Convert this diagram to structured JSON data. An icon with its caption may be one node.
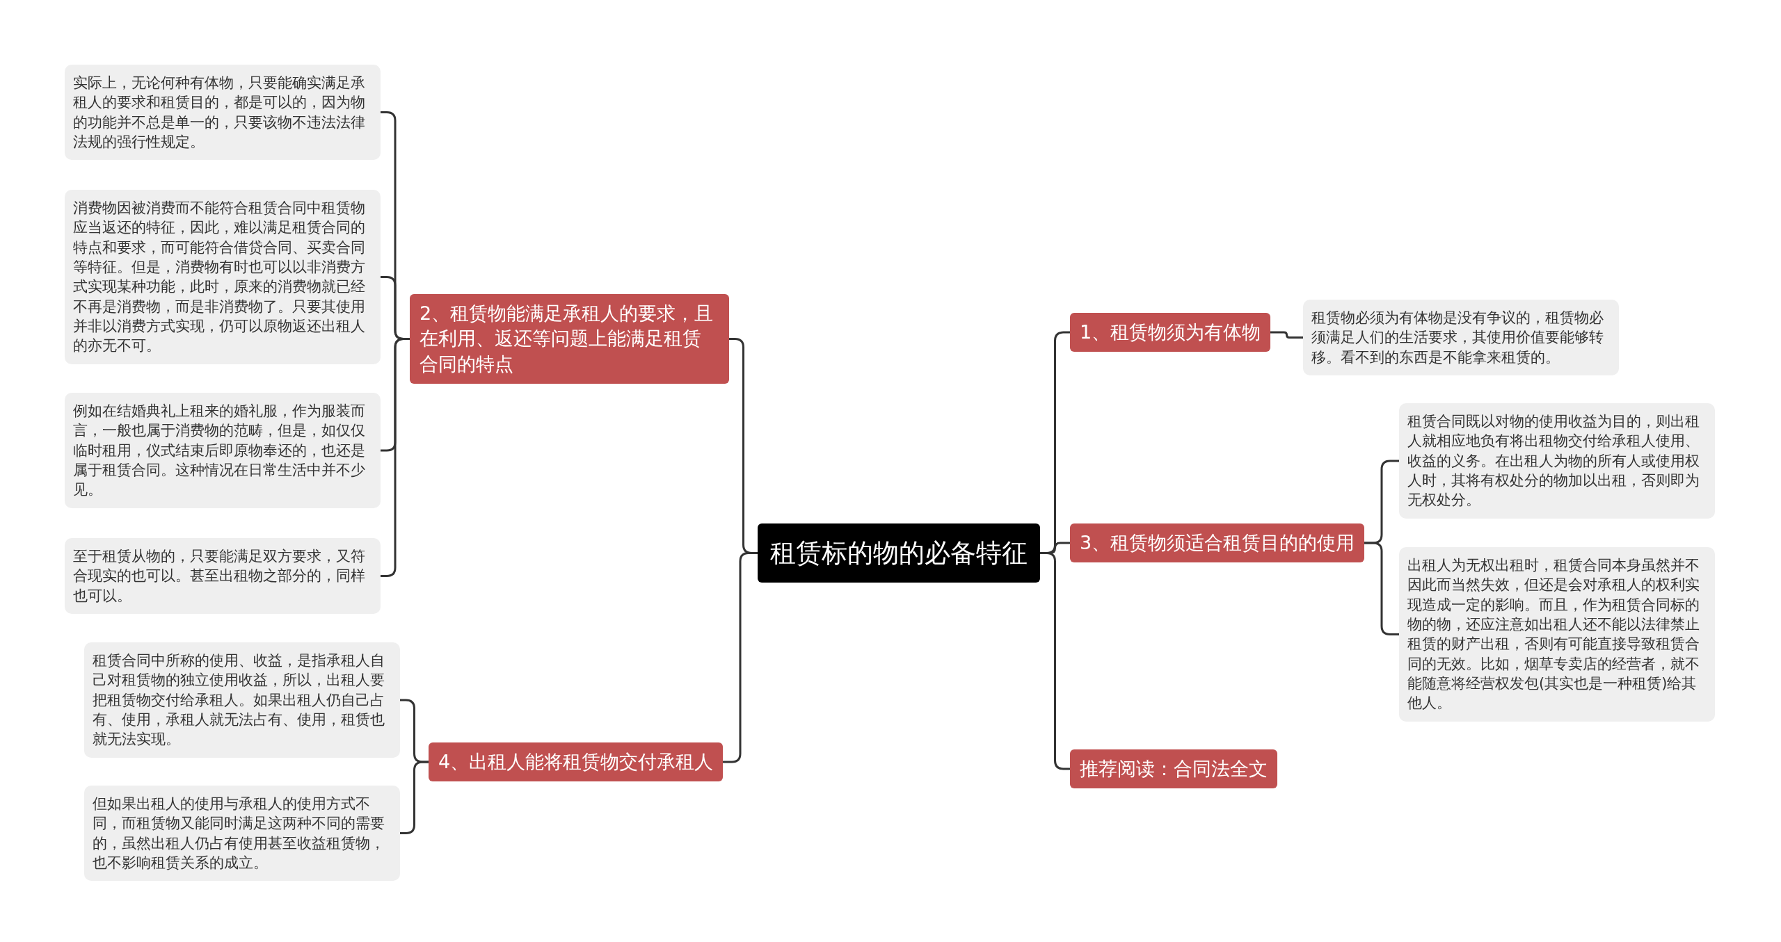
{
  "diagram": {
    "nodes": [
      {
        "text": [
          "租赁标的物的必备特征"
        ]
      },
      {
        "text": [
          "1、租赁物须为有体物"
        ]
      },
      {
        "text": [
          "租赁物必须为有体物是没有争议的，租赁物必须满足人们的生活要求，其使用价值要能够转移。看不到的东西是不能拿来租赁的。"
        ]
      },
      {
        "text": [
          "2、租赁物能满足承租人的要求，且在利用、返还等问题上能满足租赁合同的特点"
        ]
      },
      {
        "text": [
          "实际上，无论何种有体物，只要能确实满足承租人的要求和租赁目的，都是可以的，因为物的功能并不总是单一的，只要该物不违法法律法规的强行性规定。"
        ]
      },
      {
        "text": [
          "消费物因被消费而不能符合租赁合同中租赁物应当返还的特征，因此，难以满足租赁合同的特点和要求，而可能符合借贷合同、买卖合同等特征。但是，消费物有时也可以以非消费方式实现某种功能，此时，原来的消费物就已经不再是消费物，而是非消费物了。只要其使用并非以消费方式实现，仍可以原物返还出租人的亦无不可。"
        ]
      },
      {
        "text": [
          "例如在结婚典礼上租来的婚礼服，作为服装而言，一般也属于消费物的范畴，但是，如仅仅临时租用，仪式结束后即原物奉还的，也还是属于租赁合同。这种情况在日常生活中并不少见。"
        ]
      },
      {
        "text": [
          "至于租赁从物的，只要能满足双方要求，又符合现实的也可以。甚至出租物之部分的，同样也可以。"
        ]
      },
      {
        "text": [
          "3、租赁物须适合租赁目的的使用"
        ]
      },
      {
        "text": [
          "租赁合同既以对物的使用收益为目的，则出租人就相应地负有将出租物交付给承租人使用、收益的义务。在出租人为物的所有人或使用权人时，其将有权处分的物加以出租，否则即为无权处分。"
        ]
      },
      {
        "text": [
          "出租人为无权出租时，租赁合同本身虽然并不因此而当然失效，但还是会对承租人的权利实现造成一定的影响。而且，作为租赁合同标的物的物，还应注意如出租人还不能以法律禁止租赁的财产出租，否则有可能直接导致租赁合同的无效。比如，烟草专卖店的经营者，就不能随意将经营权发包(其实也是一种租赁)给其他人。"
        ]
      },
      {
        "text": [
          "4、出租人能将租赁物交付承租人"
        ]
      },
      {
        "text": [
          "租赁合同中所称的使用、收益，是指承租人自己对租赁物的独立使用收益，所以，出租人要把租赁物交付给承租人。如果出租人仍自己占有、使用，承租人就无法占有、使用，租赁也就无法实现。"
        ]
      },
      {
        "text": [
          "但如果出租人的使用与承租人的使用方式不同，而租赁物又能同时满足这两种不同的需要的，虽然出租人仍占有使用甚至收益租赁物，也不影响租赁关系的成立。"
        ]
      },
      {
        "text": [
          "推荐阅读：合同法全文"
        ]
      }
    ],
    "edges": [
      {
        "from": 0,
        "to": 1,
        "arrow": "none"
      },
      {
        "from": 1,
        "to": 2,
        "arrow": "none"
      },
      {
        "from": 0,
        "to": 3,
        "arrow": "none"
      },
      {
        "from": 3,
        "to": 4,
        "arrow": "none"
      },
      {
        "from": 3,
        "to": 5,
        "arrow": "none"
      },
      {
        "from": 3,
        "to": 6,
        "arrow": "none"
      },
      {
        "from": 3,
        "to": 7,
        "arrow": "none"
      },
      {
        "from": 0,
        "to": 8,
        "arrow": "none"
      },
      {
        "from": 8,
        "to": 9,
        "arrow": "none"
      },
      {
        "from": 8,
        "to": 10,
        "arrow": "none"
      },
      {
        "from": 0,
        "to": 11,
        "arrow": "none"
      },
      {
        "from": 11,
        "to": 12,
        "arrow": "none"
      },
      {
        "from": 11,
        "to": 13,
        "arrow": "none"
      },
      {
        "from": 0,
        "to": 14,
        "arrow": "none"
      }
    ]
  }
}
